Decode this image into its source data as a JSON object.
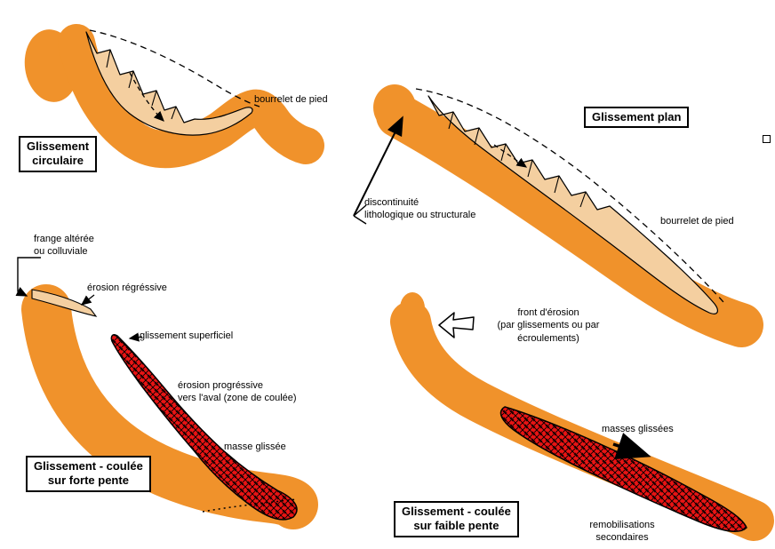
{
  "colors": {
    "slope_orange": "#F0922B",
    "slide_mass_tan": "#F4CFA0",
    "flow_red": "#E91414",
    "outline": "#000000",
    "background": "#FFFFFF"
  },
  "panels": {
    "circulaire": {
      "title_line1": "Glissement",
      "title_line2": "circulaire",
      "label_bourrelet": "bourrelet de pied"
    },
    "plan": {
      "title": "Glissement plan",
      "label_discontinuite_line1": "discontinuité",
      "label_discontinuite_line2": "lithologique ou structurale",
      "label_bourrelet": "bourrelet de pied"
    },
    "forte_pente": {
      "title_line1": "Glissement - coulée",
      "title_line2": "sur forte pente",
      "label_frange_line1": "frange altérée",
      "label_frange_line2": "ou colluviale",
      "label_erosion_regressive": "érosion régréssive",
      "label_glissement_superficiel": "glissement superficiel",
      "label_erosion_progressive_line1": "érosion progréssive",
      "label_erosion_progressive_line2": "vers l'aval (zone de coulée)",
      "label_masse_glissee": "masse glissée"
    },
    "faible_pente": {
      "title_line1": "Glissement - coulée",
      "title_line2": "sur faible pente",
      "label_front_line1": "front d'érosion",
      "label_front_line2": "(par glissements ou par",
      "label_front_line3": "écroulements)",
      "label_masses_glissees": "masses glissées",
      "label_remobilisations_line1": "remobilisations",
      "label_remobilisations_line2": "secondaires"
    }
  }
}
